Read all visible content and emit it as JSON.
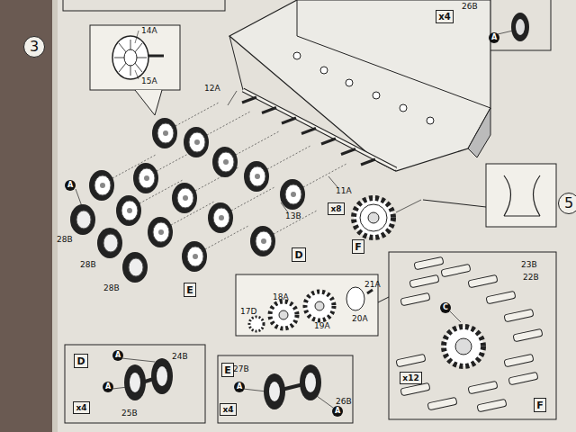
{
  "diagram": {
    "nodes": [
      {
        "text": [
          "3"
        ]
      },
      {
        "text": [
          "x4"
        ]
      },
      {
        "text": [
          "A"
        ]
      },
      {
        "text": [
          "A"
        ]
      },
      {
        "text": [
          "x8"
        ]
      },
      {
        "text": [
          "D"
        ]
      },
      {
        "text": [
          "E"
        ]
      },
      {
        "text": [
          "F"
        ]
      },
      {
        "text": [
          "5"
        ]
      },
      {
        "text": [
          "D"
        ]
      },
      {
        "text": [
          "x4"
        ]
      },
      {
        "text": [
          "A"
        ]
      },
      {
        "text": [
          "A"
        ]
      },
      {
        "text": [
          "E"
        ]
      },
      {
        "text": [
          "x4"
        ]
      },
      {
        "text": [
          "A"
        ]
      },
      {
        "text": [
          "A"
        ]
      },
      {
        "text": [
          "F"
        ]
      },
      {
        "text": [
          "x12"
        ]
      },
      {
        "text": [
          "C"
        ]
      }
    ],
    "labels": [
      "26B",
      "14A",
      "15A",
      "12A",
      "11A",
      "13B",
      "28B",
      "28B",
      "28B",
      "21A",
      "18A",
      "17D",
      "19A",
      "20A",
      "23B",
      "22B",
      "24B",
      "25B",
      "27B",
      "26B"
    ]
  }
}
